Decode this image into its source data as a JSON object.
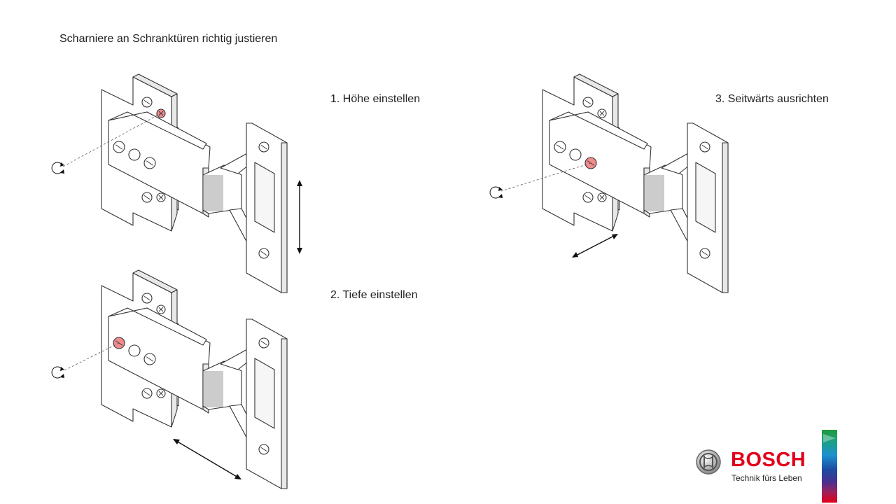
{
  "title": "Scharniere an Schranktüren richtig justieren",
  "steps": [
    {
      "label": "1. Höhe einstellen",
      "highlight_screw": "mounting-plate-screw"
    },
    {
      "label": "2. Tiefe einstellen",
      "highlight_screw": "depth-adjust-screw"
    },
    {
      "label": "3. Seitwärts ausrichten",
      "highlight_screw": "side-adjust-screw"
    }
  ],
  "brand": {
    "name": "BOSCH",
    "slogan": "Technik fürs Leben",
    "color": "#e2001a"
  },
  "colors": {
    "line": "#333333",
    "highlight": "#f08c8c",
    "fill": "#ffffff",
    "shade": "#e8e8e8"
  },
  "icons": [
    "rotate-arrow-icon",
    "double-arrow-icon",
    "bosch-logo-icon"
  ]
}
